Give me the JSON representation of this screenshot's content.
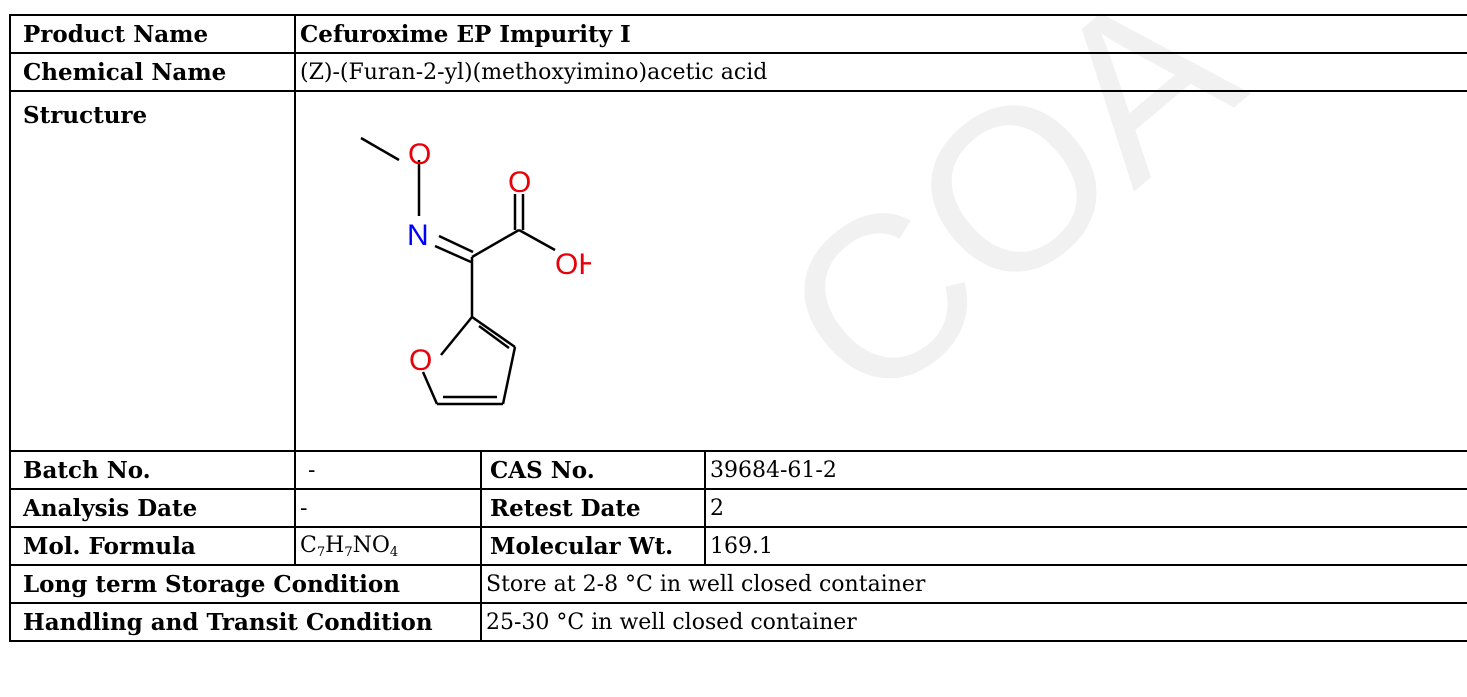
{
  "watermark": "COA",
  "rows": {
    "product_name": {
      "label": "Product Name",
      "value": "Cefuroxime EP Impurity I"
    },
    "chemical_name": {
      "label": "Chemical Name",
      "value": "(Z)-(Furan-2-yl)(methoxyimino)acetic acid"
    },
    "structure": {
      "label": "Structure",
      "atoms": {
        "o_methoxy": "O",
        "n_imine": "N",
        "o_carbonyl": "O",
        "oh": "OH",
        "o_furan": "O"
      }
    },
    "batch_no": {
      "label": "Batch No.",
      "value": "-"
    },
    "cas_no": {
      "label": "CAS No.",
      "value": "39684-61-2"
    },
    "analysis_date": {
      "label": "Analysis Date",
      "value": "-"
    },
    "retest_date": {
      "label": "Retest Date",
      "value": "2"
    },
    "mol_formula": {
      "label": "Mol. Formula",
      "parts": [
        "C",
        "7",
        "H",
        "7",
        "NO",
        "4"
      ]
    },
    "molecular_wt": {
      "label": "Molecular Wt.",
      "value": "169.1"
    },
    "storage": {
      "label": "Long term Storage Condition",
      "value": "Store at 2-8 °C in well closed container"
    },
    "handling": {
      "label": "Handling and Transit Condition",
      "value": "25-30 °C in well closed container"
    }
  },
  "colors": {
    "oxygen": "#e8000b",
    "nitrogen": "#0000ff",
    "border": "#000000",
    "watermark": "#f1f1f1"
  }
}
